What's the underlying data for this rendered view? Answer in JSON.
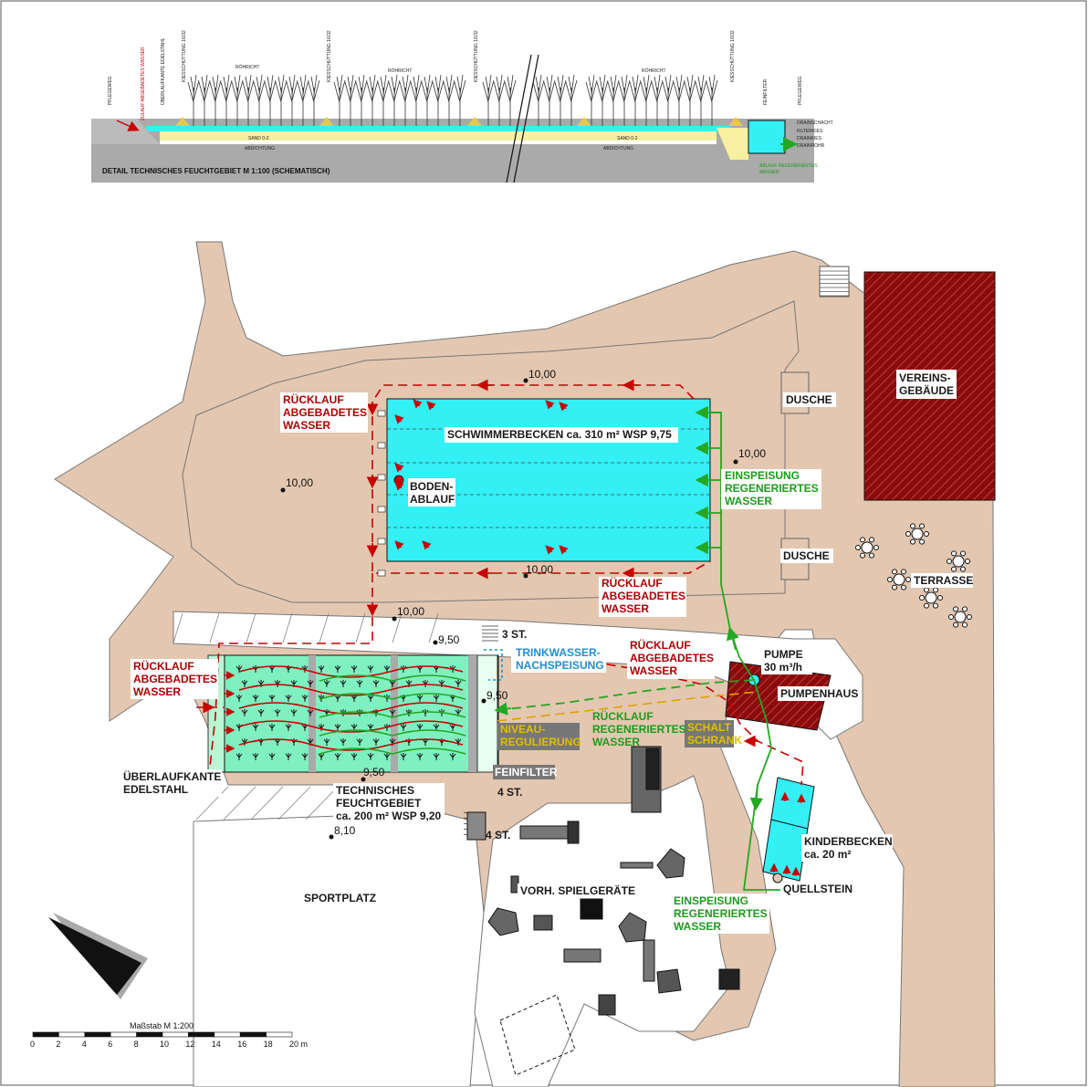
{
  "section": {
    "title": "DETAIL TECHNISCHES FEUCHTGEBIET M 1:100 (SCHEMATISCH)",
    "pflegeweg_left": "PFLEGEWEG",
    "zulauf": "ZULAUF ABGEBADETES WASSER",
    "ueberlaufkante": "ÜBERLAUFKANTE EDELSTAHL",
    "kiesschuettung": "KIESSCHÜTTUNG 16/32",
    "roehricht": "RÖHRICHT",
    "sand": "SAND 0-2",
    "abdichtung": "ABDICHTUNG",
    "feinfilter": "FEINFILTER",
    "pflegeweg_right": "PFLEGEWEG",
    "drainschacht": "DRAINSCHACHT",
    "filterkies": "FILTERKIES",
    "drainkies": "DRAINKIES",
    "drainrohr": "DRAINROHR",
    "ablauf_line1": "ABLAUF REGENERIERTES",
    "ablauf_line2": "WASSER"
  },
  "plan": {
    "pool_label": "SCHWIMMERBECKEN ca. 310 m² WSP 9,75",
    "boden_line1": "BODEN-",
    "boden_line2": "ABLAUF",
    "dusche": "DUSCHE",
    "vereins_line1": "VEREINS-",
    "vereins_line2": "GEBÄUDE",
    "terrasse": "TERRASSE",
    "ruecklauf_line1": "RÜCKLAUF",
    "ruecklauf_line2": "ABGEBADETES",
    "ruecklauf_line3": "WASSER",
    "einspeisung_line1": "EINSPEISUNG",
    "einspeisung_line2": "REGENERIERTES",
    "einspeisung_line3": "WASSER",
    "trinkwasser_line1": "TRINKWASSER-",
    "trinkwasser_line2": "NACHSPEISUNG",
    "pumpe_line1": "PUMPE",
    "pumpe_line2": "30 m³/h",
    "pumpenhaus": "PUMPENHAUS",
    "niveau_line1": "NIVEAU-",
    "niveau_line2": "REGULIERUNG",
    "rueck_reg_line1": "RÜCKLAUF",
    "rueck_reg_line2": "REGENERIERTES",
    "rueck_reg_line3": "WASSER",
    "schalt_line1": "SCHALT",
    "schalt_line2": "SCHRANK",
    "feinfilter": "FEINFILTER",
    "ueberlauf_line1": "ÜBERLAUFKANTE",
    "ueberlauf_line2": "EDELSTAHL",
    "tech_line1": "TECHNISCHES",
    "tech_line2": "FEUCHTGEBIET",
    "tech_line3": "ca. 200 m² WSP 9,20",
    "sportplatz": "SPORTPLATZ",
    "spielgeraete": "VORH. SPIELGERÄTE",
    "kinder_line1": "KINDERBECKEN",
    "kinder_line2": "ca. 20 m²",
    "quellstein": "QUELLSTEIN",
    "stufen_3": "3 ST.",
    "stufen_4a": "4 ST.",
    "stufen_4b": "4 ST.",
    "elevations": {
      "e1": "10,00",
      "e2": "10,00",
      "e3": "10,00",
      "e4": "10,00",
      "e5": "10,00",
      "e6": "9,50",
      "e7": "9,50",
      "e8": "9,50",
      "e9": "8,10"
    }
  },
  "scale": {
    "title": "Maßstab M 1:200",
    "ticks": [
      "0",
      "2",
      "4",
      "6",
      "8",
      "10",
      "12",
      "14",
      "16",
      "18",
      "20 m"
    ]
  },
  "colors": {
    "terrain": "#e3c7b0",
    "pool": "#33f0f5",
    "wetland": "#7ff0c0",
    "building": "#8b0b0b",
    "return_flow": "#c80000",
    "supply_flow": "#22a822",
    "fresh_water": "#1f8fd0",
    "level_control": "#e0a000",
    "section_ground": "#aaaaaa"
  }
}
